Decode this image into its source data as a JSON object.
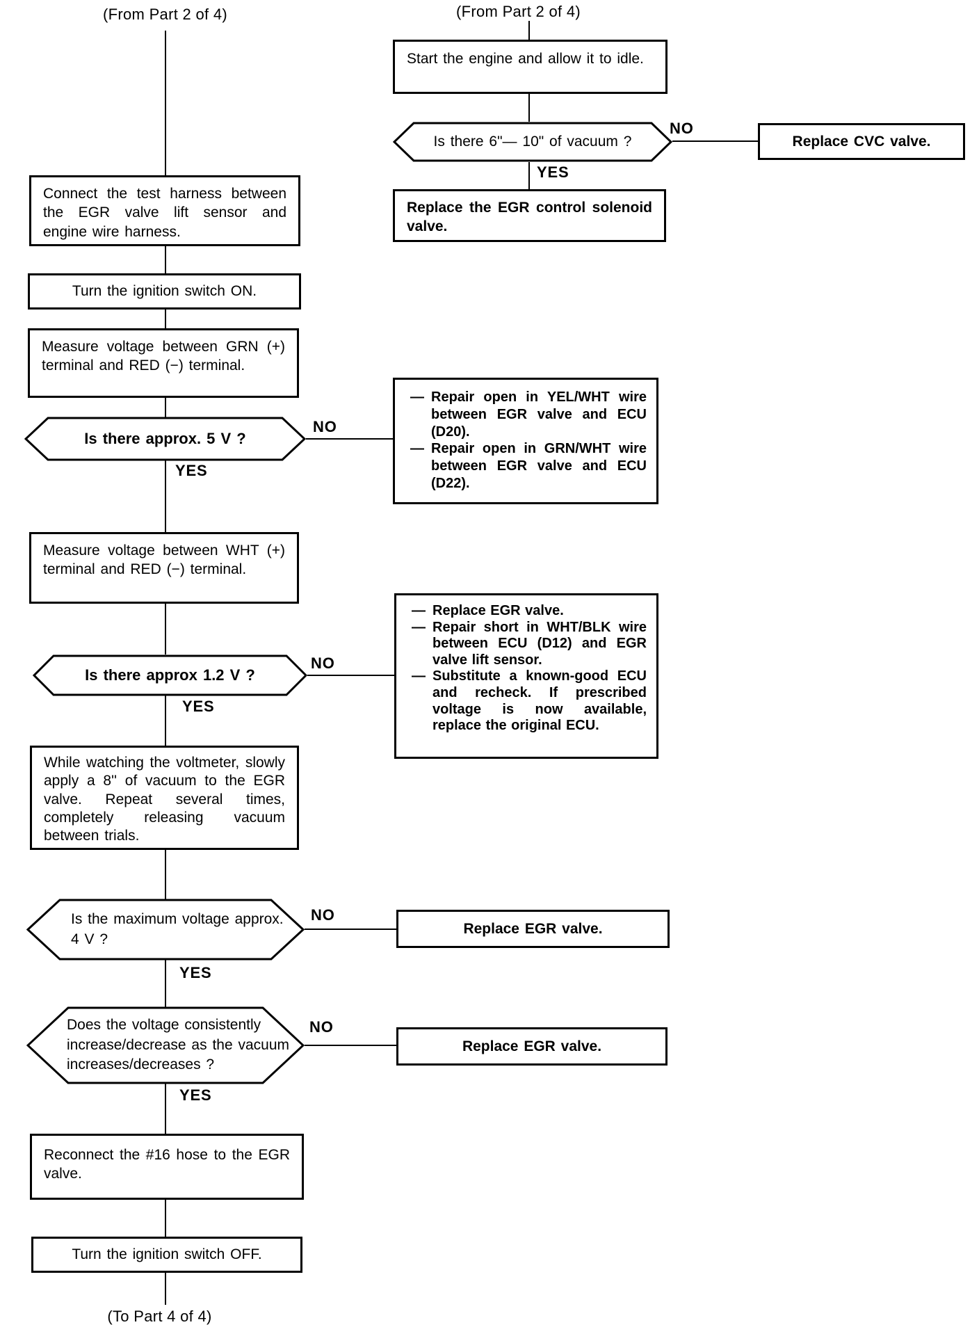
{
  "page": {
    "from_left": "(From Part 2 of 4)",
    "from_right": "(From Part 2 of 4)",
    "to_bottom": "(To Part 4 of 4)",
    "yes": "YES",
    "no": "NO",
    "bullet": "—"
  },
  "flow": {
    "connect_harness": "Connect the test harness between the EGR valve lift sensor and engine wire harness.",
    "ignition_on": "Turn the ignition switch ON.",
    "measure_grn": "Measure voltage between GRN (+) terminal and RED (−) terminal.",
    "is_5v": "Is there approx. 5 V ?",
    "measure_wht": "Measure voltage between WHT (+) terminal and RED (−) terminal.",
    "is_12v": "Is there approx 1.2 V ?",
    "apply_vacuum": "While watching the voltmeter, slowly apply a 8'' of vacuum to the EGR valve. Repeat several times, completely releasing vacuum between trials.",
    "is_max_4v": "Is the maximum voltage approx.\n4 V ?",
    "consistent_voltage": "Does the voltage consistently\nincrease/decrease as the vacuum\nincreases/decreases ?",
    "reconnect_hose": "Reconnect the #16 hose to the EGR valve.",
    "ignition_off": "Turn the ignition switch OFF.",
    "start_engine": "Start the engine and allow it to idle.",
    "is_vacuum": "Is there 6\"— 10\" of vacuum ?",
    "replace_cvc": "Replace CVC valve.",
    "replace_solenoid": "Replace the EGR control solenoid valve.",
    "replace_egr_no_max": "Replace EGR valve.",
    "replace_egr_no_consistent": "Replace EGR valve.",
    "repair_open": {
      "items": [
        "Repair open in YEL/WHT wire between EGR valve and ECU (D20).",
        "Repair open in GRN/WHT wire between EGR valve and ECU (D22)."
      ]
    },
    "repair_short": {
      "items": [
        "Replace EGR valve.",
        "Repair short in WHT/BLK wire between ECU (D12) and EGR valve lift sensor.",
        "Substitute a known-good ECU and recheck. If prescribed voltage is now available, replace the original ECU."
      ]
    }
  }
}
